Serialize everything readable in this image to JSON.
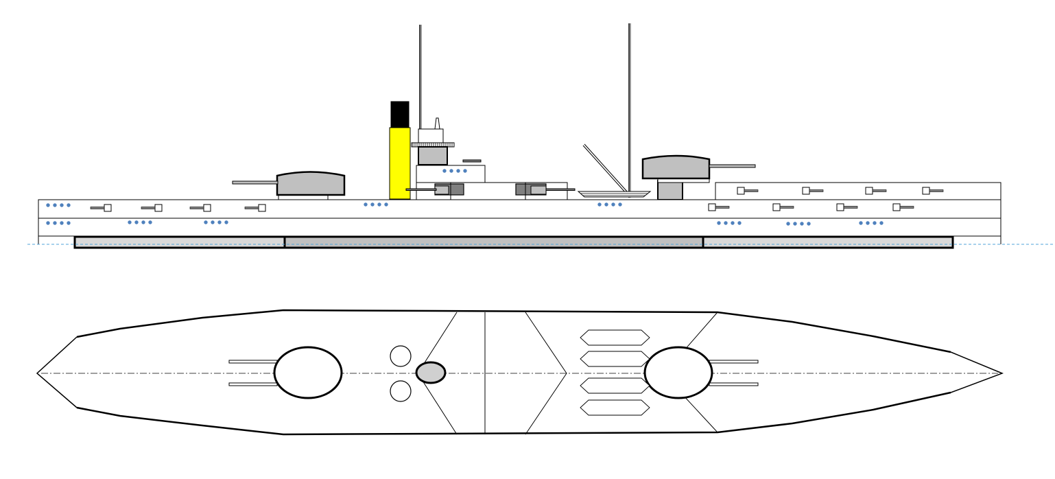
{
  "drawing": {
    "subject": "ship-profile-and-plan",
    "views": [
      "side-elevation",
      "top-plan"
    ],
    "colors": {
      "outline": "#000000",
      "background": "#ffffff",
      "turret_fill": "#c0c0c0",
      "belt_fill": "#c8c8c8",
      "funnel_body": "#ffff00",
      "funnel_cap": "#000000",
      "porthole": "#4f81bd",
      "waterline": "#4fa3d9",
      "mount_dark": "#808080",
      "director_fill": "#d0d0d0"
    },
    "elevation": {
      "main_turrets": 2,
      "masts": 2,
      "funnels": 1,
      "secondary_gun_rows": 2
    },
    "plan": {
      "main_turrets": 2,
      "boat_shapes": 4,
      "circular_fittings": 3
    }
  }
}
